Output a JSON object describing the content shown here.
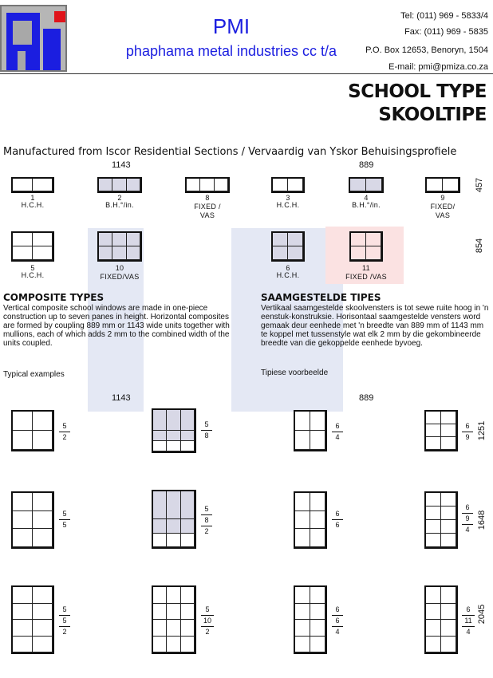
{
  "header": {
    "company_short": "PMI",
    "company_name": "phaphama metal industries cc t/a",
    "tel": "Tel: (011) 969 - 5833/4",
    "fax": "Fax: (011) 969 - 5835",
    "po_box": "P.O. Box 12653, Benoryn, 1504",
    "email": "E-mail: pmi@pmiza.co.za"
  },
  "title": {
    "line1": "SCHOOL TYPE",
    "line2": "SKOOLTIPE"
  },
  "subtitle": "Manufactured from Iscor Residential Sections /  Vervaardig van Yskor Behuisingsprofiele",
  "dims": {
    "w1143": "1143",
    "w889": "889",
    "h457": "457",
    "h854": "854",
    "h1251": "1251",
    "h1648": "1648",
    "h2045": "2045"
  },
  "windows": {
    "w1": {
      "num": "1",
      "label": "H.C.H."
    },
    "w2": {
      "num": "2",
      "label": "B.H.°/in."
    },
    "w8": {
      "num": "8",
      "label": "FIXED /",
      "label2": "VAS"
    },
    "w3": {
      "num": "3",
      "label": "H.C.H."
    },
    "w4": {
      "num": "4",
      "label": "B.H.°/in."
    },
    "w9": {
      "num": "9",
      "label": "FIXED/",
      "label2": "VAS"
    },
    "w5": {
      "num": "5",
      "label": "H.C.H."
    },
    "w10": {
      "num": "10",
      "label": "FIXED/VAS"
    },
    "w6": {
      "num": "6",
      "label": "H.C.H."
    },
    "w11": {
      "num": "11",
      "label": "FIXED /VAS"
    }
  },
  "composite": {
    "heading_en": "COMPOSITE TYPES",
    "para_en": "Vertical composite school windows are made in one-piece construction up to seven panes in height. Horizontal composites are formed by coupling 889 mm or 1143 wide units together with mullions, each of which adds 2 mm to the combined width of the units coupled.",
    "heading_af": "SAAMGESTELDE TIPES",
    "para_af": "Vertikaal saamgestelde skoolvensters is tot sewe ruite hoog in 'n eenstuk-konstruksie. Horisontaal saamgestelde vensters word gemaak deur eenhede met 'n breedte van 889 mm of 1143 mm te koppel met tussenstyle wat elk 2 mm by die gekombineerde breedte van die gekoppelde eenhede byvoeg.",
    "typical_en": "Typical examples",
    "typical_af": "Tipiese voorbeelde"
  },
  "examples": {
    "r1": [
      [
        "5",
        "2"
      ],
      [
        "5",
        "8"
      ],
      [
        "6",
        "4"
      ],
      [
        "6",
        "9"
      ]
    ],
    "r2": [
      [
        "5",
        "5"
      ],
      [
        "5",
        "8",
        "2"
      ],
      [
        "6",
        "6"
      ],
      [
        "6",
        "9",
        "4"
      ]
    ],
    "r3": [
      [
        "5",
        "5",
        "2"
      ],
      [
        "5",
        "10",
        "2"
      ],
      [
        "6",
        "6",
        "4"
      ],
      [
        "6",
        "11",
        "4"
      ]
    ]
  },
  "colors": {
    "brand_blue": "#1b1ee0",
    "logo_red": "#e0141b",
    "logo_blue": "#1b1ee0"
  }
}
